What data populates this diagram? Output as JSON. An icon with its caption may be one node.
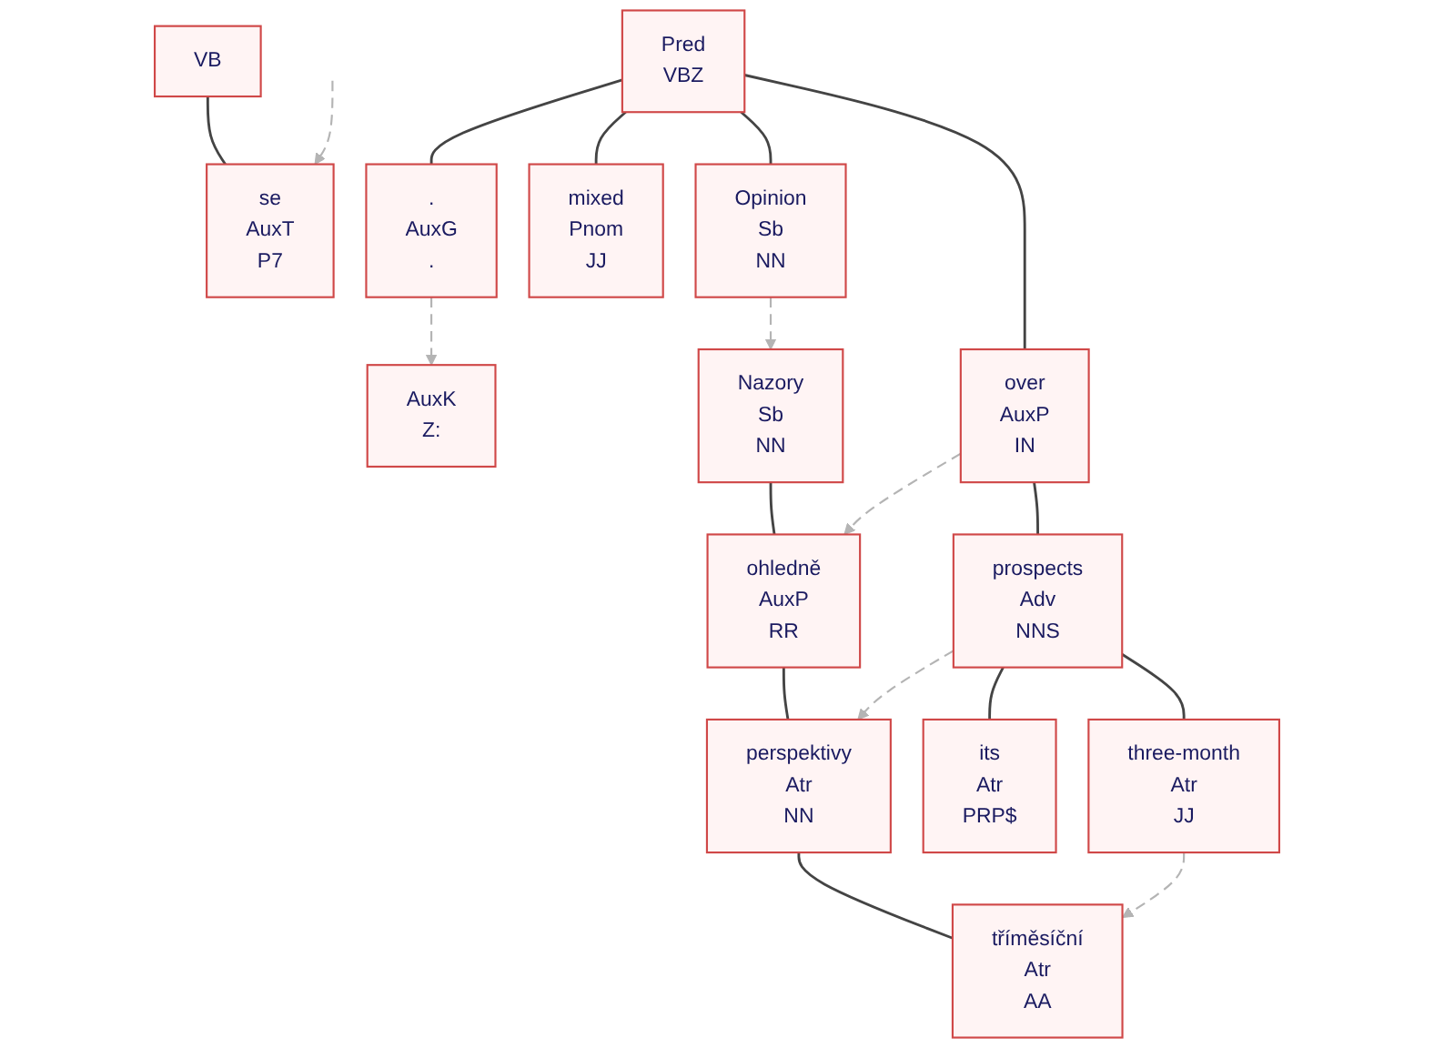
{
  "diagram": {
    "nodes": [
      {
        "text": [
          "VB"
        ]
      },
      {
        "text": [
          "AuxK",
          "Z:"
        ]
      },
      {
        "text": [
          "Pred",
          "VBZ"
        ]
      },
      {
        "text": [
          "Nazory",
          "Sb",
          "NN"
        ]
      },
      {
        "text": [
          "se",
          "AuxT",
          "P7"
        ]
      },
      {
        "text": [
          "Opinion",
          "Sb",
          "NN"
        ]
      },
      {
        "text": [
          "mixed",
          "Pnom",
          "JJ"
        ]
      },
      {
        "text": [
          "over",
          "AuxP",
          "IN"
        ]
      },
      {
        "text": [
          ".",
          "AuxG",
          "."
        ]
      },
      {
        "text": [
          "ohledně",
          "AuxP",
          "RR"
        ]
      },
      {
        "text": [
          "prospects",
          "Adv",
          "NNS"
        ]
      },
      {
        "text": [
          "perspektivy",
          "Atr",
          "NN"
        ]
      },
      {
        "text": [
          "its",
          "Atr",
          "PRP$"
        ]
      },
      {
        "text": [
          "three-month",
          "Atr",
          "JJ"
        ]
      },
      {
        "text": [
          "tříměsíční",
          "Atr",
          "AA"
        ]
      }
    ],
    "edges": [
      {
        "from": 0,
        "to": 4,
        "arrow": "none"
      },
      {
        "from": 3,
        "to": 9,
        "arrow": "none"
      },
      {
        "from": 9,
        "to": 11,
        "arrow": "none"
      },
      {
        "from": 11,
        "to": 14,
        "arrow": "none"
      },
      {
        "from": 2,
        "to": 5,
        "arrow": "none"
      },
      {
        "from": 2,
        "to": 6,
        "arrow": "none"
      },
      {
        "from": 2,
        "to": 7,
        "arrow": "none"
      },
      {
        "from": 2,
        "to": 8,
        "arrow": "none"
      },
      {
        "from": 7,
        "to": 10,
        "arrow": "none"
      },
      {
        "from": 10,
        "to": 12,
        "arrow": "none"
      },
      {
        "from": 10,
        "to": 13,
        "arrow": "none"
      },
      {
        "from": 5,
        "to": 3,
        "arrow": "to",
        "style": "dashed",
        "color": "#b4b4b4"
      },
      {
        "from": null,
        "to": 4,
        "arrow": "to",
        "style": "dashed",
        "color": "#b4b4b4"
      },
      {
        "from": 8,
        "to": 1,
        "arrow": "to",
        "style": "dashed",
        "color": "#b4b4b4"
      },
      {
        "from": 7,
        "to": 9,
        "arrow": "to",
        "style": "dashed",
        "color": "#b4b4b4"
      },
      {
        "from": 10,
        "to": 11,
        "arrow": "to",
        "style": "dashed",
        "color": "#b4b4b4"
      },
      {
        "from": 13,
        "to": 14,
        "arrow": "to",
        "style": "dashed",
        "color": "#b4b4b4"
      }
    ]
  }
}
